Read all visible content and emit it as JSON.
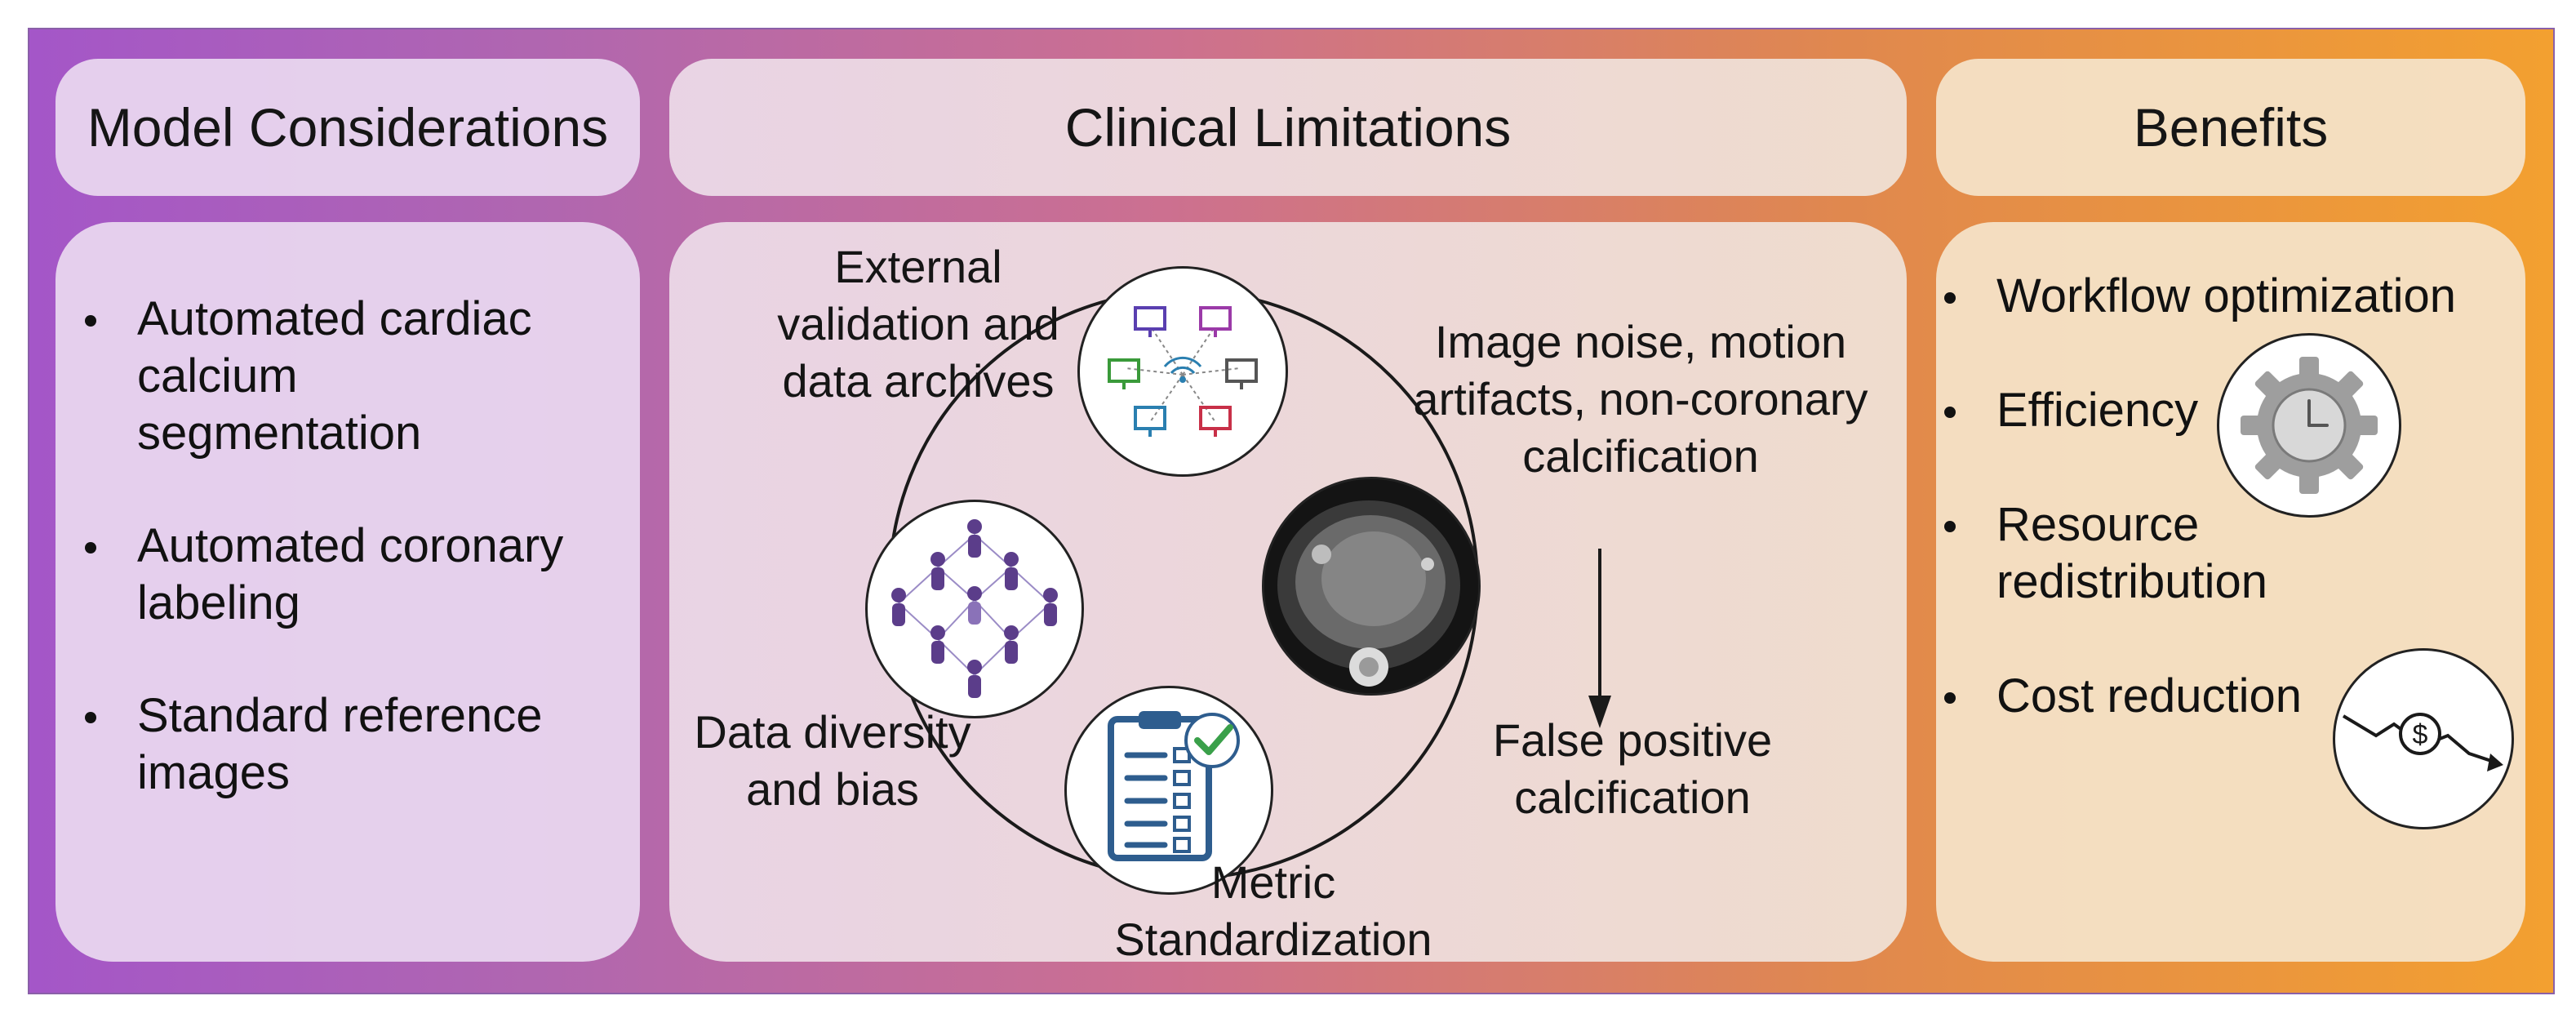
{
  "columns": {
    "model": {
      "title": "Model Considerations",
      "items": [
        {
          "lines": [
            "Automated cardiac",
            "calcium",
            "segmentation"
          ]
        },
        {
          "lines": [
            "Automated coronary",
            "labeling"
          ]
        },
        {
          "lines": [
            "Standard reference",
            "images"
          ]
        }
      ]
    },
    "clinical": {
      "title": "Clinical Limitations",
      "labels": {
        "external": [
          "External",
          "validation and",
          "data archives"
        ],
        "noise": [
          "Image noise, motion",
          "artifacts, non-coronary",
          "calcification"
        ],
        "false_positive": [
          "False positive",
          "calcification"
        ],
        "metric": [
          "Metric",
          "Standardization"
        ],
        "diversity": [
          "Data diversity",
          "and bias"
        ]
      },
      "icons": [
        "networked-computers-icon",
        "ct-scan-image-icon",
        "checklist-clipboard-icon",
        "diverse-people-network-icon"
      ]
    },
    "benefits": {
      "title": "Benefits",
      "items": [
        {
          "lines": [
            "Workflow optimization"
          ]
        },
        {
          "lines": [
            "Efficiency"
          ]
        },
        {
          "lines": [
            "Resource",
            "redistribution"
          ]
        },
        {
          "lines": [
            "Cost reduction"
          ]
        }
      ],
      "icons": [
        "gear-clock-icon",
        "dollar-downtrend-icon"
      ],
      "dollar_symbol": "$"
    }
  },
  "colors": {
    "gradient_start": "#a456c8",
    "gradient_end": "#f3a030",
    "people": "#5b3d8a",
    "clipboard": "#2e5d8e",
    "check": "#3aa04a"
  }
}
